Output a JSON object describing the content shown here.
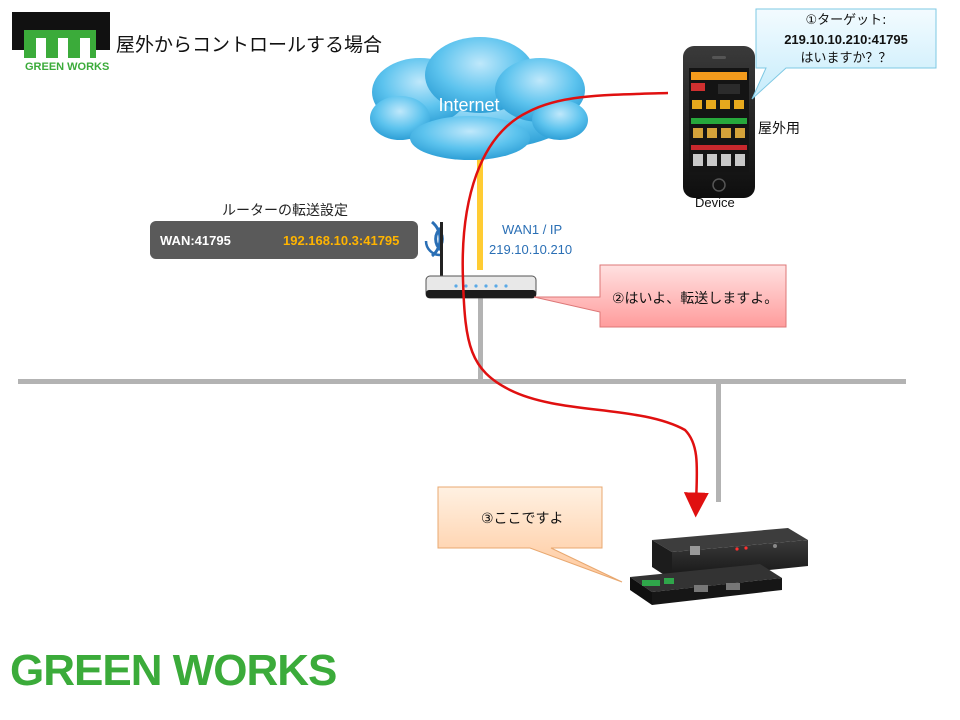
{
  "title": "屋外からコントロールする場合",
  "logo_small_text": "GREEN WORKS",
  "cloud_label": "Internet",
  "router_forwarding": {
    "title": "ルーターの転送設定",
    "wan_port": "WAN:41795",
    "lan_target": "192.168.10.3:41795"
  },
  "router_wan": {
    "line1": "WAN1 / IP",
    "line2": "219.10.10.210"
  },
  "callout_device": {
    "line1": "①ターゲット:",
    "line2": "219.10.10.210:41795",
    "line3": "はいますか？？"
  },
  "device_tag": "屋外用",
  "device_label": "Device",
  "callout_router": "②はいよ、転送しますよ。",
  "callout_controller": "③ここですよ",
  "brand_logo": "GREEN WORKS",
  "colors": {
    "brand_green": "#3bab3a",
    "arrow_red": "#e01010",
    "wan_line_orange": "#ffcc33",
    "network_line_gray": "#b3b3b3",
    "forward_text_orange": "#ffb400",
    "wan_text_blue": "#2a6fb5"
  }
}
